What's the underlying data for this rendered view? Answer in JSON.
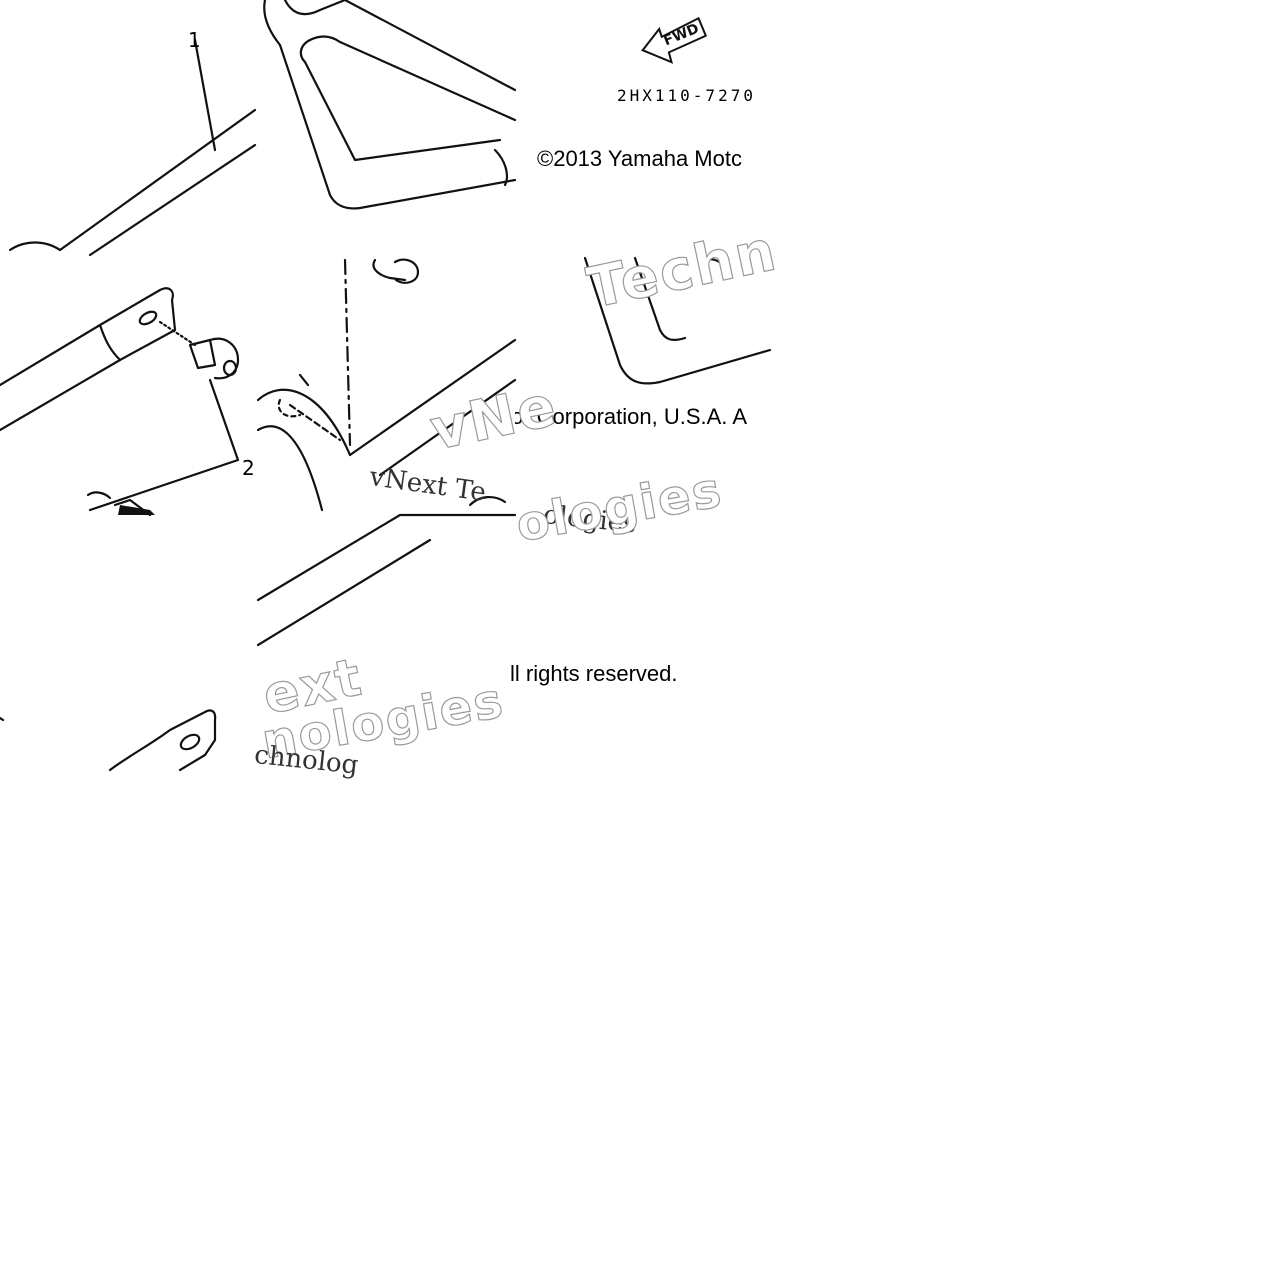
{
  "diagram": {
    "callouts": [
      "1",
      "2"
    ],
    "part_code": "2HX110-7270",
    "direction_tag": "FWD",
    "copyright_fragments": [
      "©2013 Yamaha Motc",
      "or Corporation, U.S.A. A",
      "ll rights reserved."
    ],
    "watermark_fragments": [
      "Techn",
      "vNe",
      "vNext Te",
      "ologies",
      "ologies",
      "ext",
      "nologies",
      "chnolog"
    ],
    "icons": [
      "fwd-arrow-icon"
    ]
  }
}
